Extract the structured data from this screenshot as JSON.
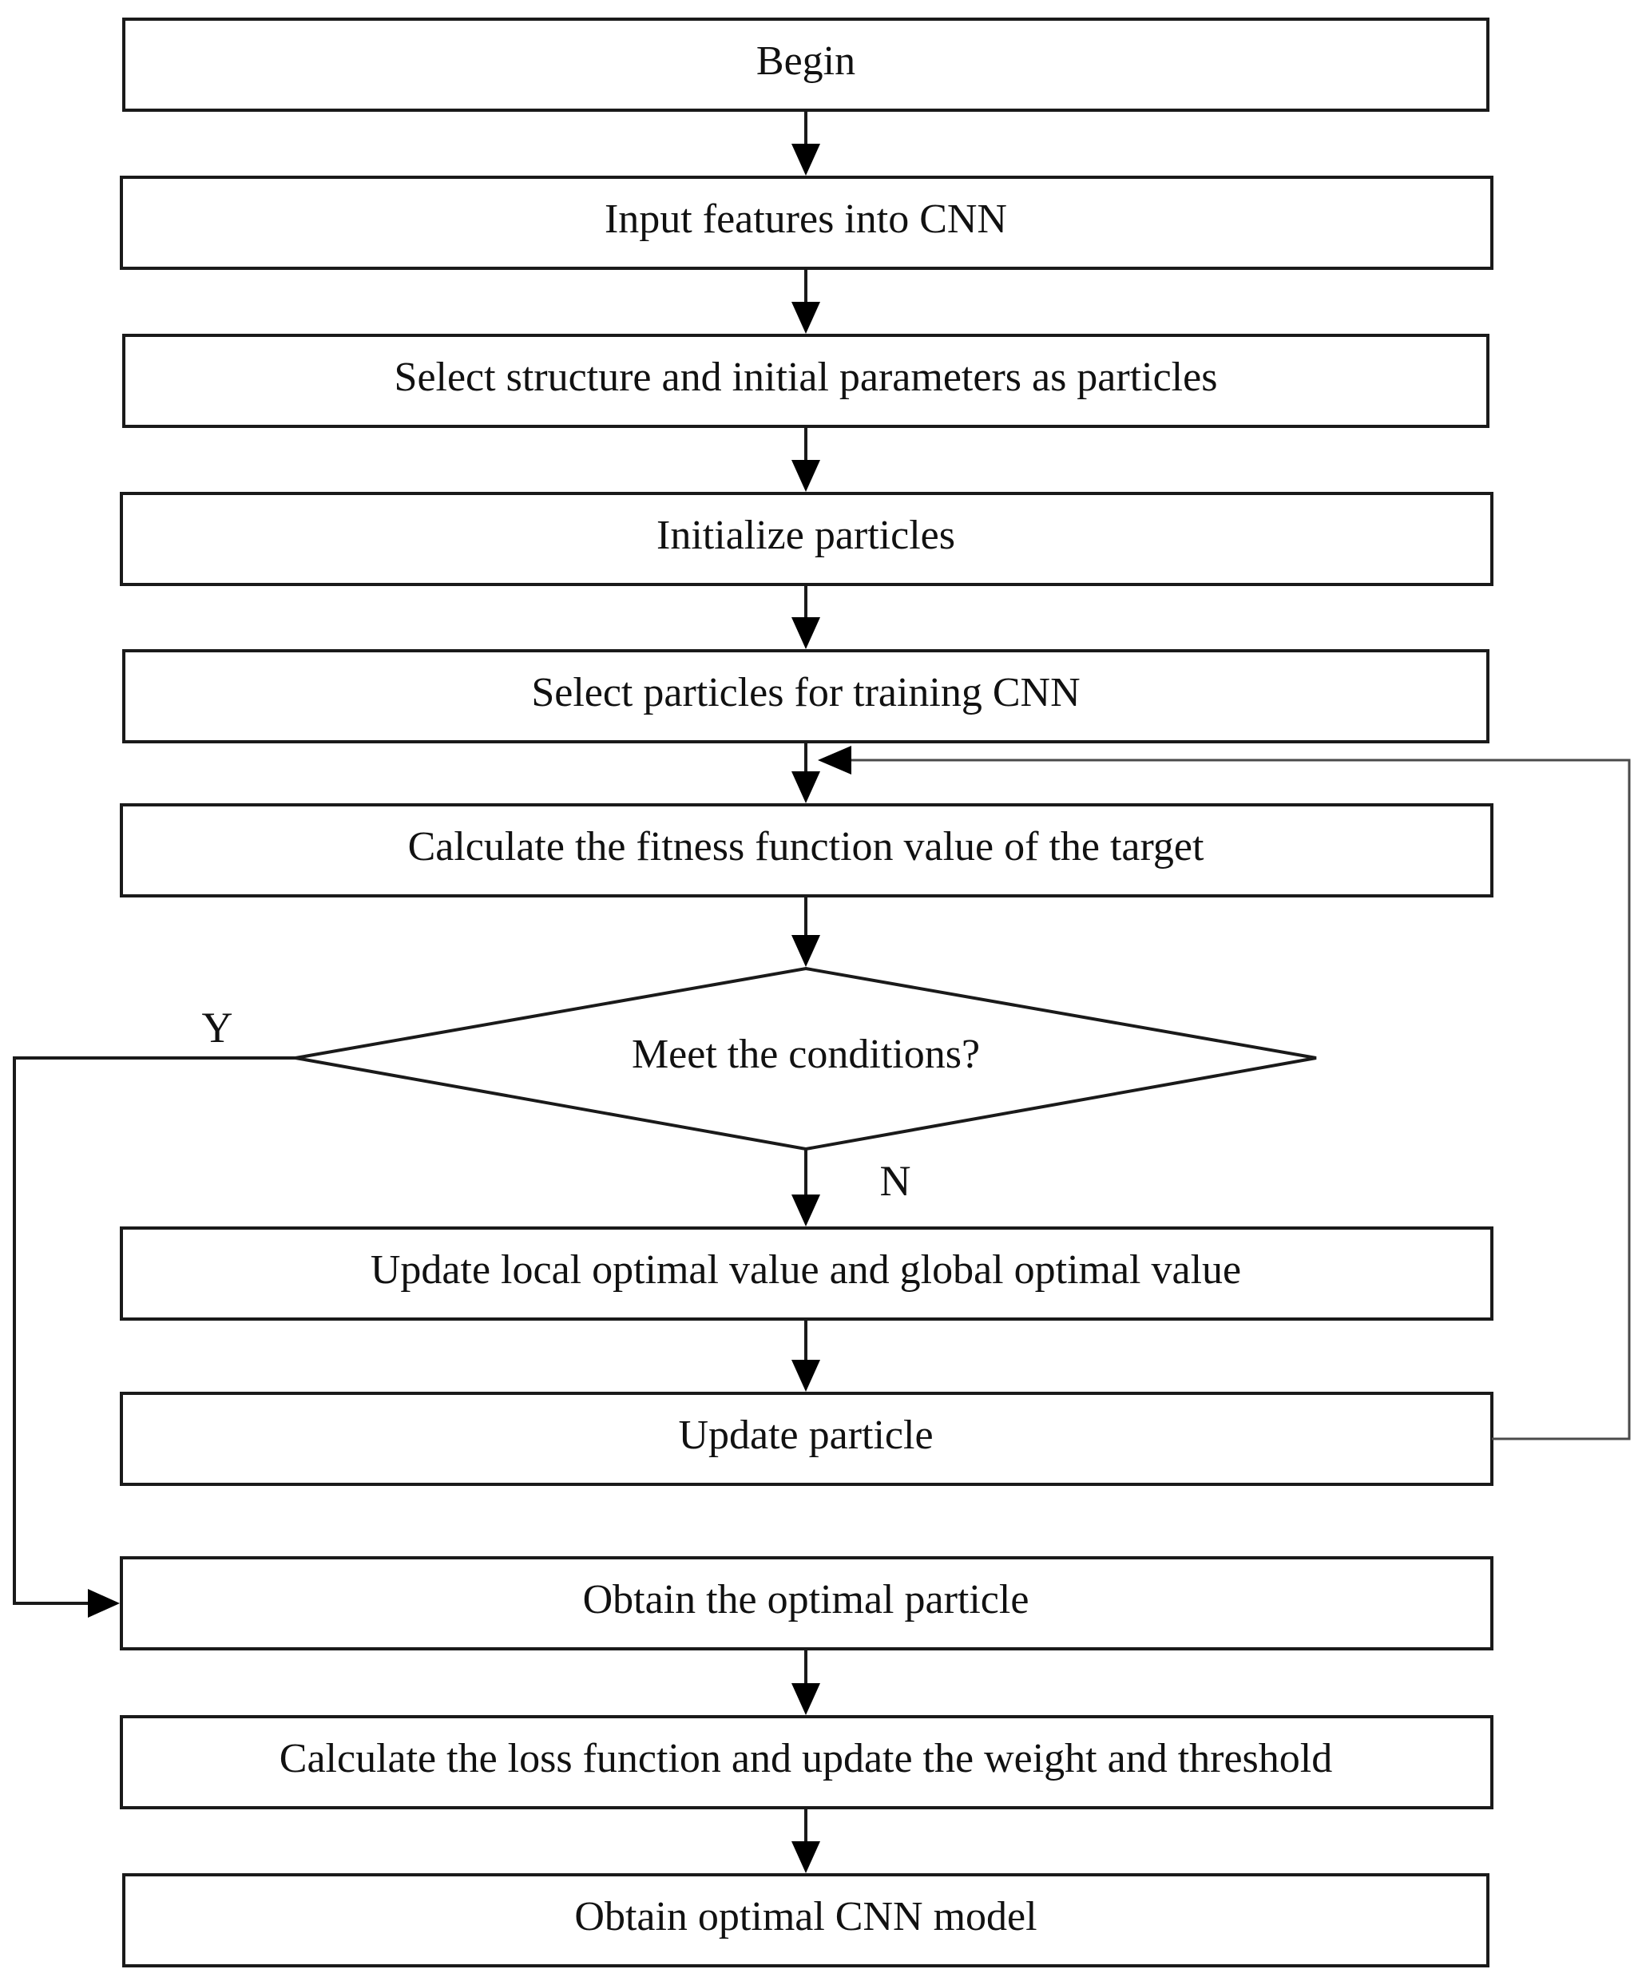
{
  "nodes": [
    {
      "id": "begin",
      "label": "Begin"
    },
    {
      "id": "input",
      "label": "Input features into CNN"
    },
    {
      "id": "select_structure",
      "label": "Select structure and initial parameters as particles"
    },
    {
      "id": "initialize",
      "label": "Initialize particles"
    },
    {
      "id": "select_particles",
      "label": "Select particles for training CNN"
    },
    {
      "id": "fitness",
      "label": "Calculate the fitness function value of the target"
    },
    {
      "id": "decision",
      "label": "Meet the conditions?"
    },
    {
      "id": "update_optimal",
      "label": "Update local optimal value and global optimal value"
    },
    {
      "id": "update_particle",
      "label": "Update particle"
    },
    {
      "id": "obtain_particle",
      "label": "Obtain the optimal particle"
    },
    {
      "id": "loss",
      "label": "Calculate the loss function and update the weight and threshold"
    },
    {
      "id": "obtain_model",
      "label": "Obtain optimal CNN model"
    }
  ],
  "branch_labels": {
    "yes": "Y",
    "no": "N"
  },
  "edges": [
    {
      "from": "begin",
      "to": "input"
    },
    {
      "from": "input",
      "to": "select_structure"
    },
    {
      "from": "select_structure",
      "to": "initialize"
    },
    {
      "from": "initialize",
      "to": "select_particles"
    },
    {
      "from": "select_particles",
      "to": "fitness"
    },
    {
      "from": "fitness",
      "to": "decision"
    },
    {
      "from": "decision",
      "to": "update_optimal",
      "label": "N"
    },
    {
      "from": "decision",
      "to": "obtain_particle",
      "label": "Y"
    },
    {
      "from": "update_optimal",
      "to": "update_particle"
    },
    {
      "from": "update_particle",
      "to": "fitness"
    },
    {
      "from": "obtain_particle",
      "to": "loss"
    },
    {
      "from": "loss",
      "to": "obtain_model"
    }
  ]
}
